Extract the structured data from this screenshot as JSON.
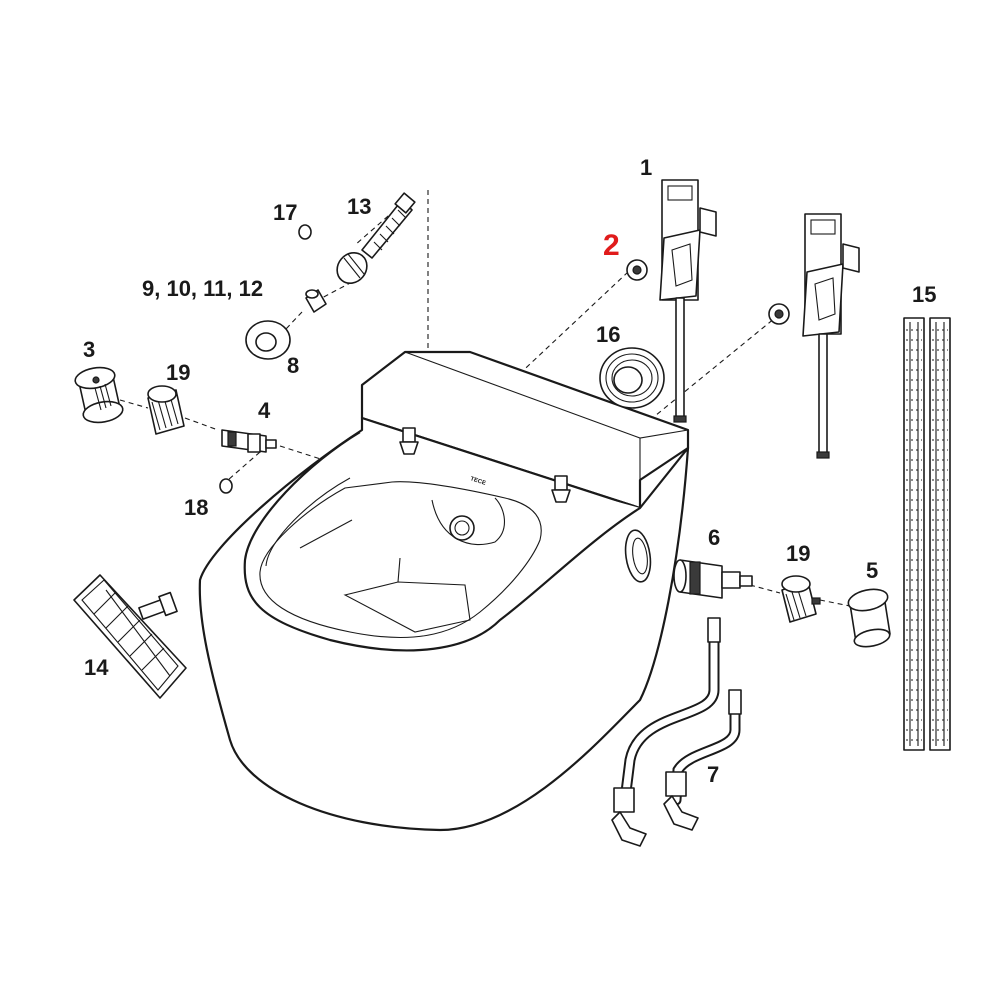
{
  "diagram": {
    "highlight_color": "#e01b1b",
    "line_color": "#1a1a1a",
    "brand_mark": "TECE",
    "labels": {
      "p1": "1",
      "p2": "2",
      "p3": "3",
      "p4": "4",
      "p5": "5",
      "p6": "6",
      "p7": "7",
      "p8": "8",
      "p9_12": "9, 10, 11, 12",
      "p13": "13",
      "p14": "14",
      "p15": "15",
      "p16": "16",
      "p17": "17",
      "p18": "18",
      "p19a": "19",
      "p19b": "19"
    }
  }
}
